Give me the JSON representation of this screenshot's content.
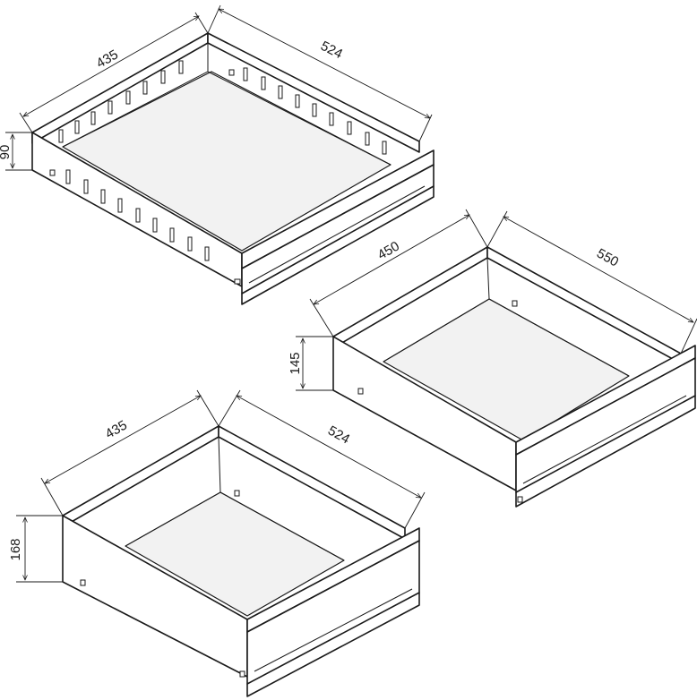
{
  "drawers": [
    {
      "id": "drawer-90",
      "width": "435",
      "depth": "524",
      "height": "90"
    },
    {
      "id": "drawer-145",
      "width": "450",
      "depth": "550",
      "height": "145"
    },
    {
      "id": "drawer-168",
      "width": "435",
      "depth": "524",
      "height": "168"
    }
  ],
  "colors": {
    "line": "#1a1a1a",
    "background": "#ffffff"
  }
}
